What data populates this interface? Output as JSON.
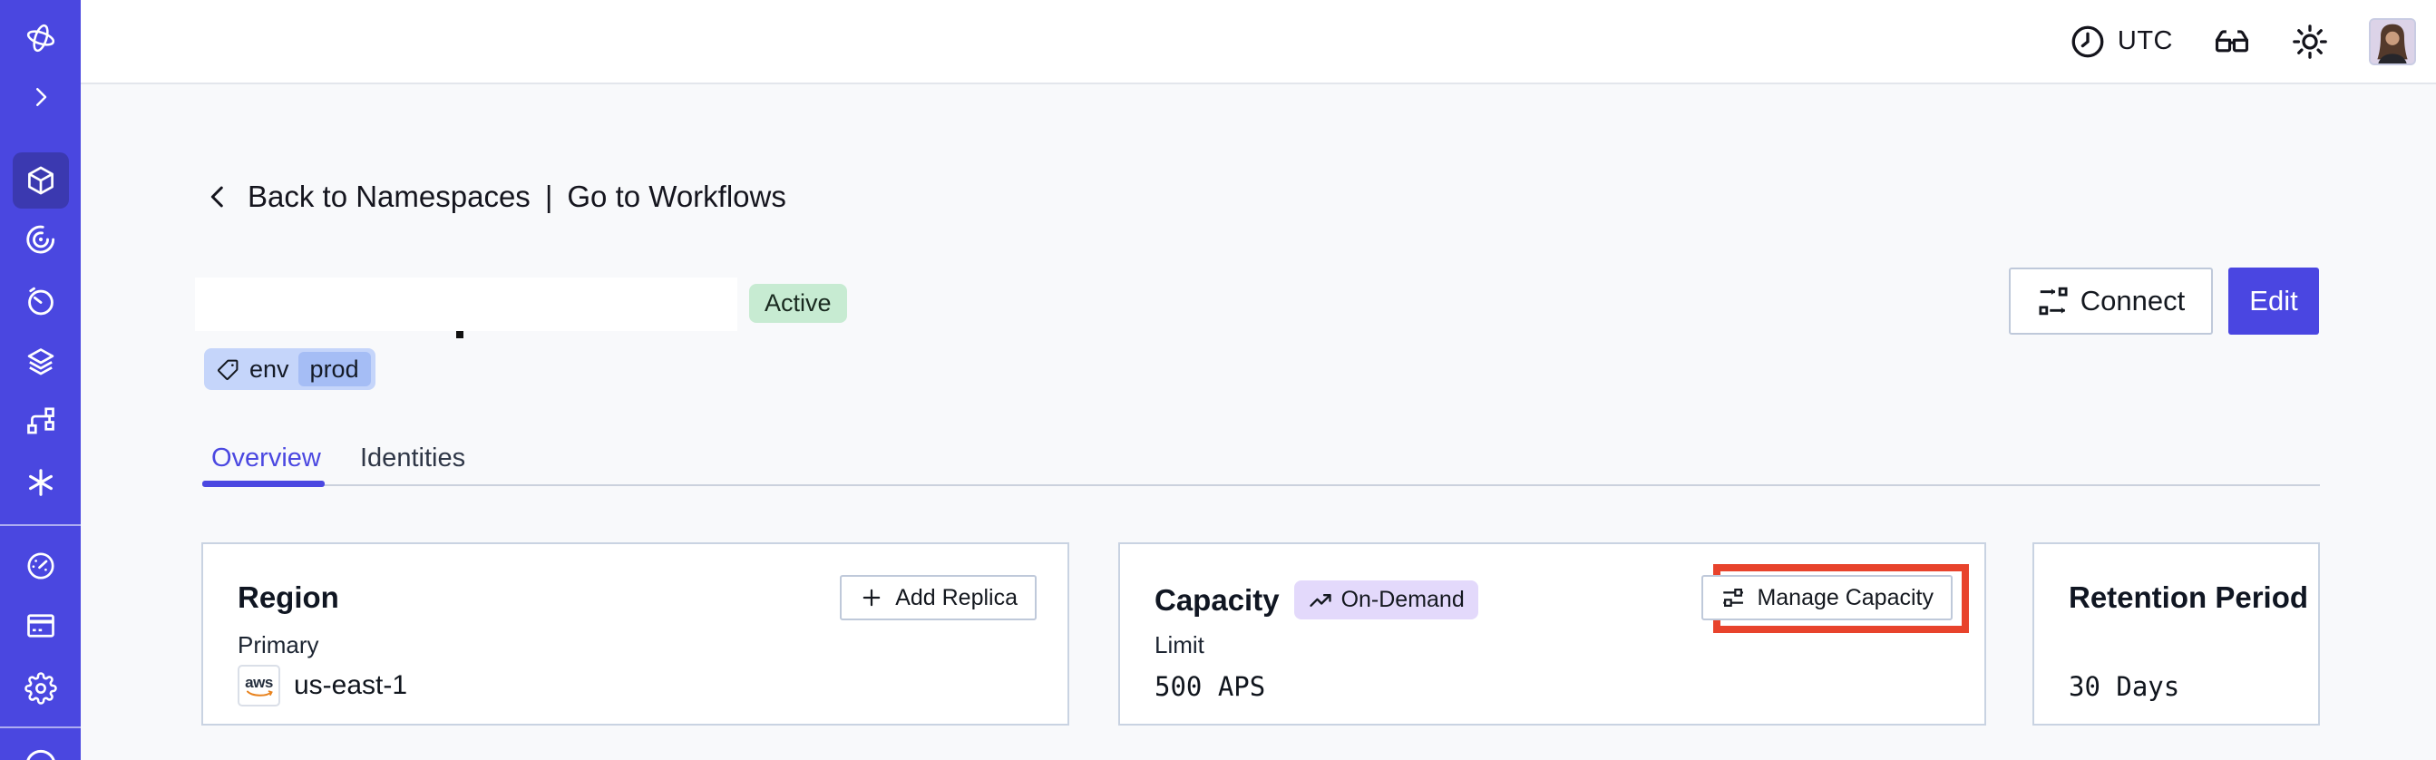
{
  "app": {
    "name": "Temporal Cloud namespace detail",
    "accent_color": "#4A46E1",
    "sidebar_color": "#4A47E0",
    "sidebar_active_color": "#3B39B0",
    "background_color": "#F8F9FB",
    "annotation_color": "#E8432C"
  },
  "topbar": {
    "timezone": "UTC",
    "icons": [
      "clock-icon",
      "glasses-reader-icon",
      "sun-theme-icon",
      "user-avatar"
    ]
  },
  "sidebar": {
    "items": [
      {
        "icon": "temporal-logo",
        "active": false
      },
      {
        "icon": "expand-chevron-icon",
        "active": false
      },
      {
        "icon": "namespaces-cube-icon",
        "active": true
      },
      {
        "icon": "workflows-spiral-icon",
        "active": false
      },
      {
        "icon": "schedules-timer-icon",
        "active": false
      },
      {
        "icon": "deployments-layers-icon",
        "active": false
      },
      {
        "icon": "worker-branch-icon",
        "active": false
      },
      {
        "icon": "nexus-asterisk-icon",
        "active": false
      },
      {
        "icon": "usage-gauge-icon",
        "active": false
      },
      {
        "icon": "billing-card-icon",
        "active": false
      },
      {
        "icon": "settings-gear-icon",
        "active": false
      },
      {
        "icon": "support-icon-partial",
        "active": false
      }
    ]
  },
  "breadcrumb": {
    "back_label": "Back to Namespaces",
    "separator": "|",
    "forward_label": "Go to Workflows"
  },
  "namespace": {
    "name_redacted": true,
    "status_badge": "Active",
    "status_badge_bg": "#C7EBD2",
    "tag": {
      "key": "env",
      "value": "prod",
      "bg": "#C5D5FA",
      "inner_bg": "#A5BDF5"
    }
  },
  "header_actions": {
    "connect_label": "Connect",
    "edit_label": "Edit"
  },
  "tabs": [
    {
      "label": "Overview",
      "active": true
    },
    {
      "label": "Identities",
      "active": false
    }
  ],
  "cards": {
    "region": {
      "title": "Region",
      "add_replica_label": "Add Replica",
      "row_label": "Primary",
      "provider_badge": "aws",
      "value": "us-east-1"
    },
    "capacity": {
      "title": "Capacity",
      "badge_label": "On-Demand",
      "badge_bg": "#E3D9FB",
      "manage_label": "Manage Capacity",
      "row_label": "Limit",
      "value": "500 APS",
      "annotation": "red highlight box around Manage Capacity button"
    },
    "retention": {
      "title": "Retention Period",
      "value": "30 Days"
    }
  }
}
